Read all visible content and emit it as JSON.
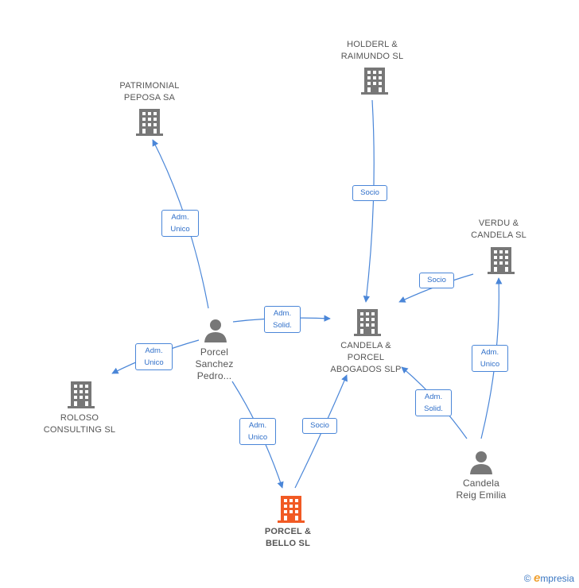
{
  "colors": {
    "company": "#777777",
    "main_company": "#f15a24",
    "person": "#777777",
    "edge": "#4a86d8"
  },
  "nodes": {
    "patrimonial": {
      "label": "PATRIMONIAL\nPEPOSA SA",
      "icon": "building-icon"
    },
    "holderl": {
      "label": "HOLDERL &\nRAIMUNDO SL",
      "icon": "building-icon"
    },
    "verdu": {
      "label": "VERDU &\nCANDELA SL",
      "icon": "building-icon"
    },
    "candela_porcel": {
      "label": "CANDELA &\nPORCEL\nABOGADOS  SLP",
      "icon": "building-icon"
    },
    "roloso": {
      "label": "ROLOSO\nCONSULTING SL",
      "icon": "building-icon"
    },
    "porcel_bello": {
      "label": "PORCEL &\nBELLO SL",
      "icon": "building-icon"
    },
    "porcel_person": {
      "label": "Porcel\nSanchez\nPedro...",
      "icon": "person-icon"
    },
    "candela_person": {
      "label": "Candela\nReig Emilia",
      "icon": "person-icon"
    }
  },
  "relations": {
    "r1": "Adm.\nUnico",
    "r2": "Adm.\nSolid.",
    "r3": "Adm.\nUnico",
    "r4": "Adm.\nUnico",
    "r5": "Socio",
    "r6": "Socio",
    "r7": "Socio",
    "r8": "Adm.\nSolid.",
    "r9": "Adm.\nUnico"
  },
  "brand": {
    "copyright": "©",
    "first_letter": "e",
    "rest": "mpresia"
  }
}
